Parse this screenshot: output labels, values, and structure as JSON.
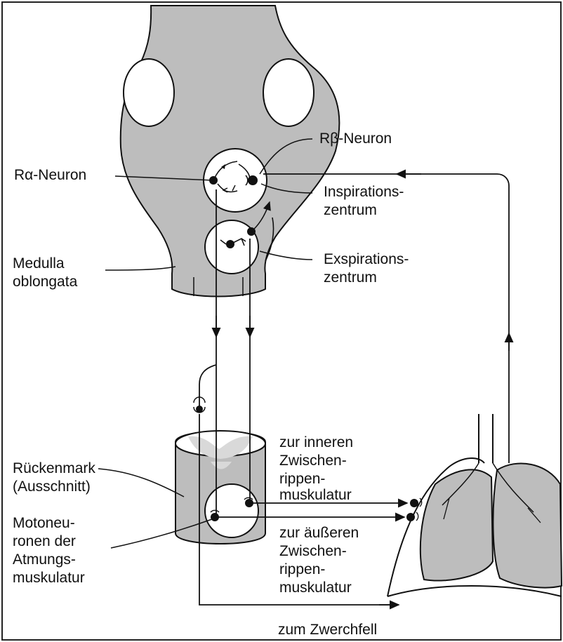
{
  "labels": {
    "rbeta_neuron": "Rβ-Neuron",
    "ralpha_neuron": "Rα-Neuron",
    "inspiration_1": "Inspirations-",
    "inspiration_2": "zentrum",
    "expiration_1": "Exspirations-",
    "expiration_2": "zentrum",
    "medulla_1": "Medulla",
    "medulla_2": "oblongata",
    "inner_1": "zur inneren",
    "inner_2": "Zwischen-",
    "inner_3": "rippen-",
    "inner_4": "muskulatur",
    "spinal_1": "Rückenmark",
    "spinal_2": "(Ausschnitt)",
    "moto_1": "Motoneu-",
    "moto_2": "ronen der",
    "moto_3": "Atmungs-",
    "moto_4": "muskulatur",
    "outer_1": "zur äußeren",
    "outer_2": "Zwischen-",
    "outer_3": "rippen-",
    "outer_4": "muskulatur",
    "diaphragm": "zum Zwerchfell"
  },
  "colors": {
    "tissue": "#bdbdbd",
    "tissue_light": "#d9d9d9",
    "stroke": "#111111",
    "background": "#ffffff"
  }
}
